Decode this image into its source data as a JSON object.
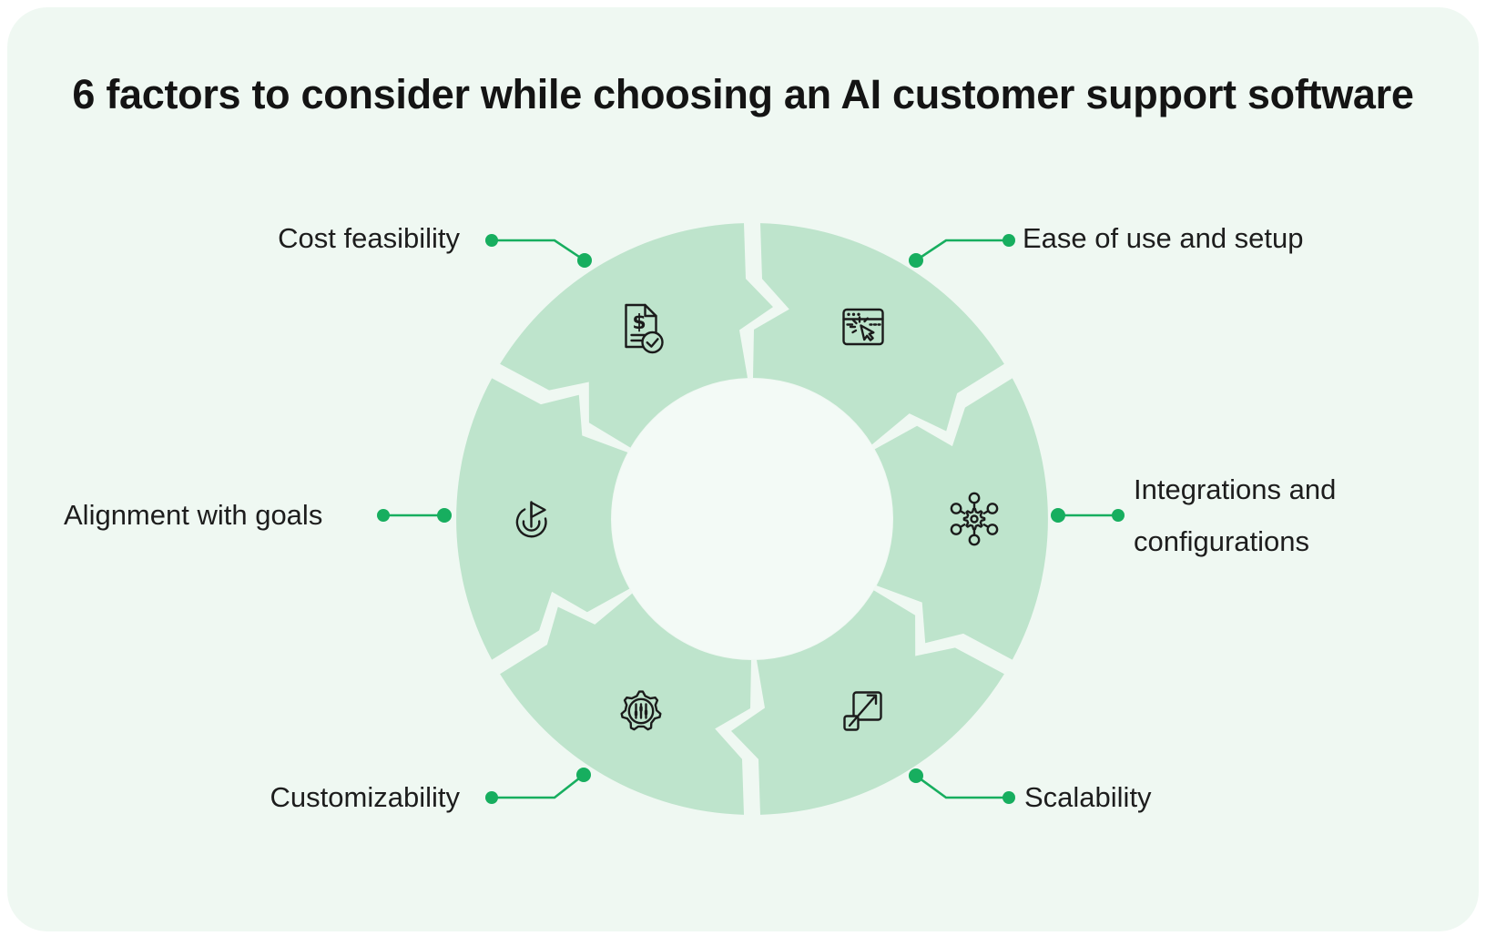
{
  "title": "6 factors to consider while choosing an AI customer support software",
  "factors": [
    {
      "label": "Cost feasibility",
      "icon": "document-dollar-icon"
    },
    {
      "label": "Ease of use and setup",
      "icon": "browser-click-icon"
    },
    {
      "label": "Integrations and configurations",
      "icon": "integrations-hub-icon"
    },
    {
      "label": "Scalability",
      "icon": "scale-expand-icon"
    },
    {
      "label": "Customizability",
      "icon": "gear-sliders-icon"
    },
    {
      "label": "Alignment with goals",
      "icon": "goal-flag-icon"
    }
  ],
  "colors": {
    "card_background": "#EFF8F2",
    "segment": "#BEE4CC",
    "donut_center": "#F3FAF6",
    "connector": "#17AE5F",
    "ink": "#1b1b1b"
  }
}
